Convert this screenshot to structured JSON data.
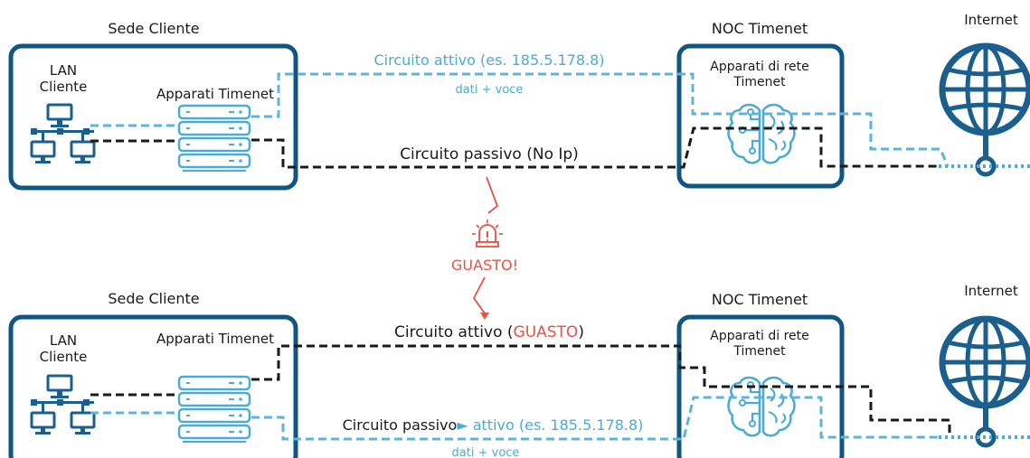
{
  "colors": {
    "navy": "#0f5685",
    "blue": "#2e7fb2",
    "light": "#4aabd8",
    "dash_light": "#5cb3dd",
    "black": "#1a1a1a",
    "red": "#e65244"
  },
  "top": {
    "sede_title": "Sede Cliente",
    "lan_line1": "LAN",
    "lan_line2": "Cliente",
    "apparati": "Apparati Timenet",
    "noc_title": "NOC Timenet",
    "noc_line1": "Apparati di rete",
    "noc_line2": "Timenet",
    "internet": "Internet",
    "active_label": "Circuito attivo (es. 185.5.178.8)",
    "active_sub": "dati + voce",
    "passive_label": "Circuito passivo (No Ip)"
  },
  "alert": {
    "label": "GUASTO!",
    "icon": "alarm-siren-icon"
  },
  "bottom": {
    "sede_title": "Sede Cliente",
    "lan_line1": "LAN",
    "lan_line2": "Cliente",
    "apparati": "Apparati Timenet",
    "noc_title": "NOC Timenet",
    "noc_line1": "Apparati di rete",
    "noc_line2": "Timenet",
    "internet": "Internet",
    "active_prefix": "Circuito attivo (",
    "active_fault": "GUASTO",
    "active_suffix": ")",
    "passive_prefix": "Circuito passivo",
    "passive_arrow": "►",
    "passive_active": " attivo (es. 185.5.178.8)",
    "passive_sub": "dati + voce"
  },
  "icons": [
    "lan-network-icon",
    "server-rack-icon",
    "brain-circuit-icon",
    "globe-icon"
  ]
}
